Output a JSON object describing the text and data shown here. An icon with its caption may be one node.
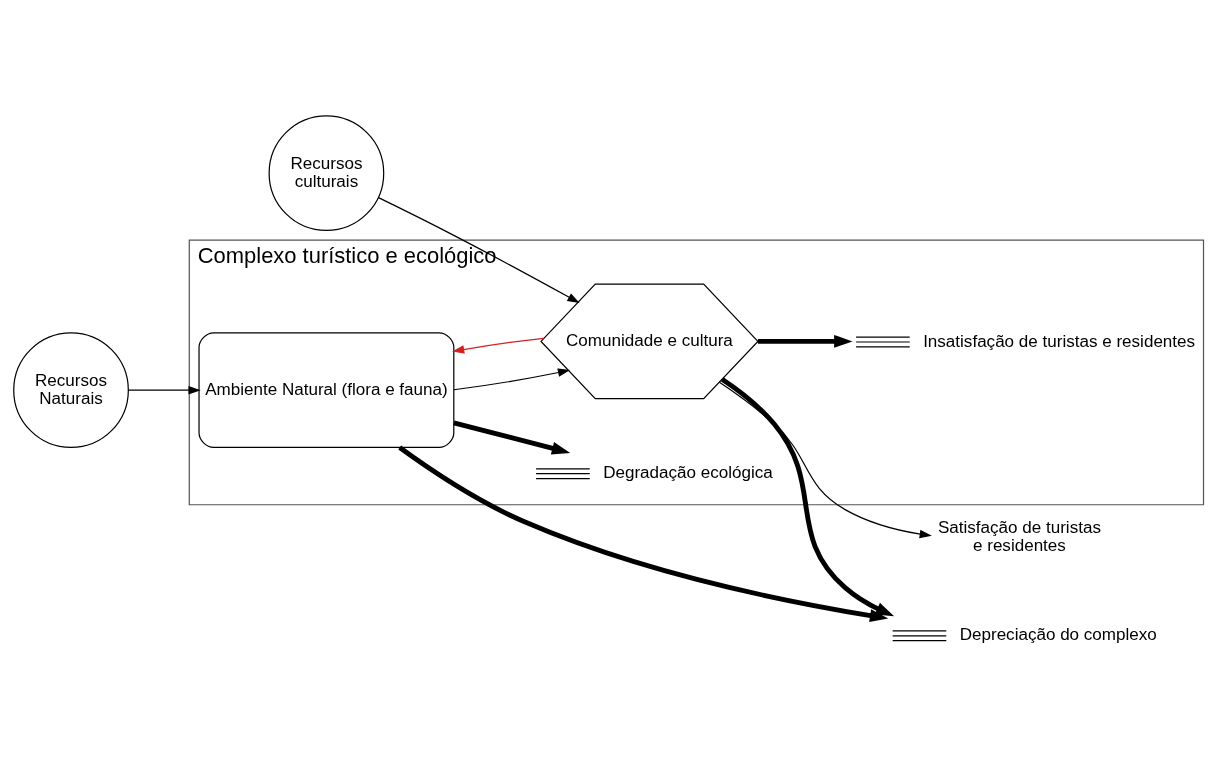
{
  "diagram": {
    "nodes": [
      {
        "text": [
          "Recursos Naturais"
        ]
      },
      {
        "text": [
          "Complexo turístico e ecológico"
        ]
      },
      {
        "text": [
          "Ambiente Natural (flora e fauna)"
        ],
        "in": 1
      },
      {
        "text": [
          "Comunidade e cultura"
        ],
        "in": 1
      },
      {
        "text": [
          "Recursos culturais"
        ]
      },
      {
        "text": [
          "Satisfação de turistas e residentes"
        ]
      },
      {
        "text": [],
        "shape": "ground",
        "in": 1,
        "beside": [
          "Degradação ecológica"
        ]
      },
      {
        "text": [],
        "shape": "ground",
        "in": 1,
        "beside": [
          "Insatisfação de turistas e residentes"
        ]
      },
      {
        "text": [],
        "shape": "ground",
        "beside": [
          "Depreciação do complexo"
        ]
      }
    ],
    "edges": [
      {
        "from": 0,
        "to": 2,
        "arrow": "to"
      },
      {
        "from": 4,
        "to": 3,
        "arrow": "to"
      },
      {
        "from": 2,
        "to": 3,
        "arrow": "to"
      },
      {
        "from": 3,
        "to": 2,
        "arrow": "to",
        "color": "#d42020"
      },
      {
        "from": 3,
        "to": 5,
        "arrow": "to"
      },
      {
        "from": 2,
        "to": 6,
        "arrow": "to",
        "style": "thick"
      },
      {
        "from": 3,
        "to": 7,
        "arrow": "to",
        "style": "thick"
      },
      {
        "from": 2,
        "to": 8,
        "arrow": "to",
        "style": "thick"
      },
      {
        "from": 3,
        "to": 8,
        "arrow": "to",
        "style": "thick"
      }
    ]
  }
}
